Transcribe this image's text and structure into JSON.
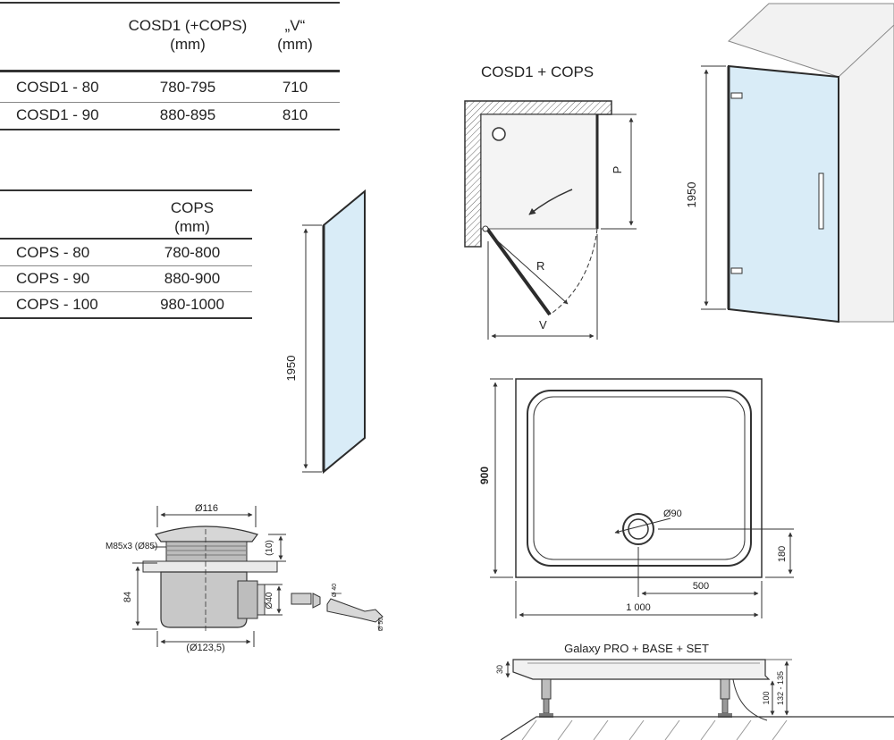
{
  "table1": {
    "headers": [
      "COSD1 (+COPS)",
      "(mm)",
      "„V“",
      "(mm)"
    ],
    "rows": [
      {
        "model": "COSD1 - 80",
        "width": "780-795",
        "v": "710"
      },
      {
        "model": "COSD1 - 90",
        "width": "880-895",
        "v": "810"
      }
    ]
  },
  "table2": {
    "headers": [
      "COPS",
      "(mm)"
    ],
    "rows": [
      {
        "model": "COPS - 80",
        "width": "780-800"
      },
      {
        "model": "COPS - 90",
        "width": "880-900"
      },
      {
        "model": "COPS - 100",
        "width": "980-1000"
      }
    ]
  },
  "plan": {
    "title": "COSD1 + COPS",
    "label_p": "P",
    "label_r": "R",
    "label_v": "V"
  },
  "panel": {
    "height": "1950"
  },
  "door": {
    "height": "1950"
  },
  "tray": {
    "depth": "900",
    "width": "1 000",
    "drain_offset": "500",
    "drain_dim": "180",
    "drain_diameter": "Ø90"
  },
  "drain": {
    "d116": "Ø116",
    "thread": "M85x3 (Ø85)",
    "h10": "(10)",
    "h84": "84",
    "d40": "Ø40",
    "d1235": "(Ø123,5)",
    "small40": "Ø 40",
    "small50": "Ø 50"
  },
  "side": {
    "title": "Galaxy PRO + BASE + SET",
    "h30": "30",
    "h100": "100",
    "h132": "132 - 135"
  },
  "colors": {
    "glass": "#d9ecf7",
    "frame": "#2b2b2b",
    "wall": "#e8e8e8"
  }
}
